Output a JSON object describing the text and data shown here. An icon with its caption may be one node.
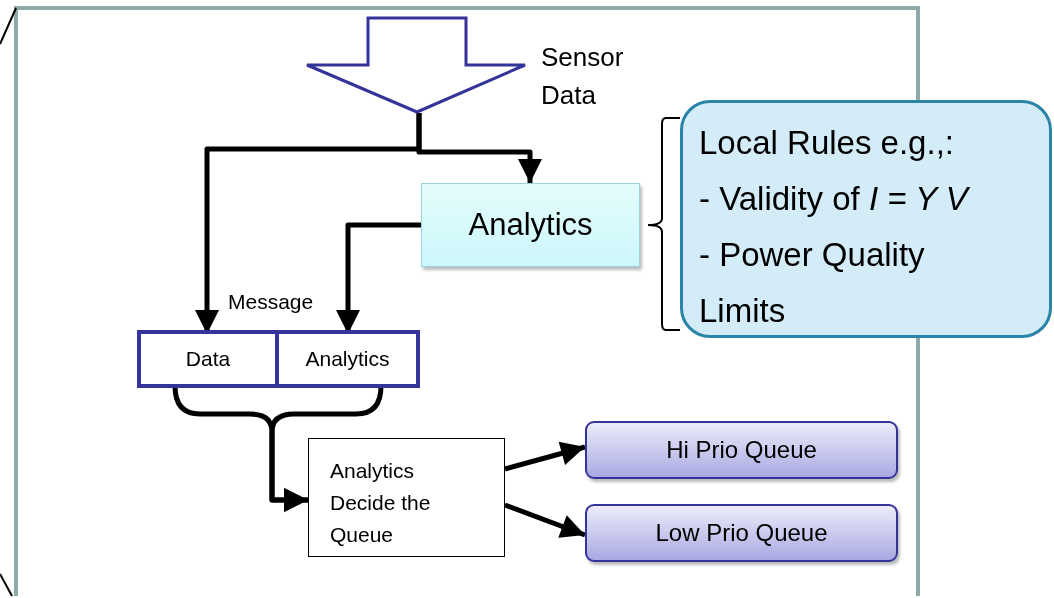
{
  "diagram": {
    "nodes": [
      {
        "text": [],
        "shape": "arrow",
        "beside": [
          "Sensor Data"
        ]
      },
      {
        "text": [
          "Analytics"
        ]
      },
      {
        "text": [
          "Local Rules e.g.,:",
          "- Validity of *I = Y V*",
          "- Power Quality Limits"
        ]
      },
      {
        "text": [
          "Message"
        ]
      },
      {
        "text": [
          "Data"
        ],
        "in": 3
      },
      {
        "text": [
          "Analytics"
        ],
        "in": 3
      },
      {
        "text": [
          "Analytics Decide the Queue"
        ]
      },
      {
        "text": [
          "Hi Prio Queue"
        ]
      },
      {
        "text": [
          "Low Prio Queue"
        ]
      }
    ],
    "edges": [
      {
        "from": 0,
        "to": 4,
        "arrow": "to"
      },
      {
        "from": 0,
        "to": 1,
        "arrow": "to"
      },
      {
        "from": 1,
        "to": 5,
        "arrow": "to"
      },
      {
        "from": 4,
        "to": 6,
        "arrow": "to"
      },
      {
        "from": 5,
        "to": 6,
        "arrow": "to"
      },
      {
        "from": 6,
        "to": 7,
        "arrow": "to"
      },
      {
        "from": 6,
        "to": 8,
        "arrow": "to"
      }
    ]
  }
}
